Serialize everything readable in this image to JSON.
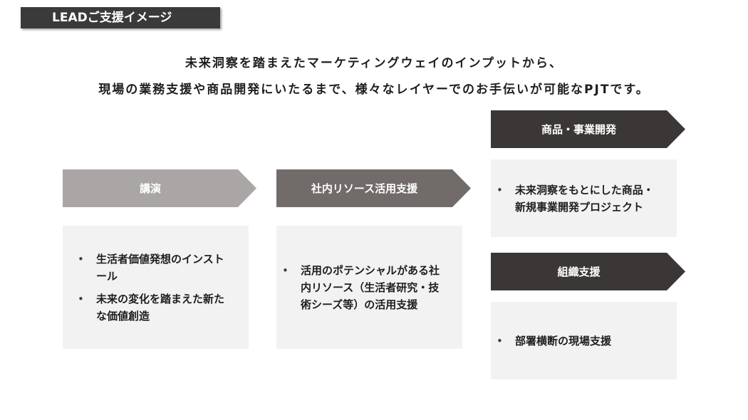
{
  "title_tag": "LEADご支援イメージ",
  "headline": {
    "line1": "未来洞察を踏まえたマーケティングウェイのインプットから、",
    "line2": "現場の業務支援や商品開発にいたるまで、様々なレイヤーでのお手伝いが可能なPJTです。"
  },
  "columns": {
    "lecture": {
      "label": "講演",
      "items": [
        "生活者価値発想のインストール",
        "未来の変化を踏まえた新たな価値創造"
      ]
    },
    "internal_resources": {
      "label": "社内リソース活用支援",
      "items": [
        "活用のポテンシャルがある社内リソース（生活者研究・技術シーズ等）の活用支援"
      ]
    },
    "product_dev": {
      "label": "商品・事業開発",
      "items": [
        "未来洞察をもとにした商品・新規事業開発プロジェクト"
      ]
    },
    "org_support": {
      "label": "組織支援",
      "items": [
        "部署横断の現場支援"
      ]
    }
  },
  "bullet_glyph": "•",
  "colors": {
    "tag": "#3a3a3a",
    "arrow_light": "#a9a6a5",
    "arrow_mid": "#716b6a",
    "arrow_dark": "#3b3737",
    "box_bg": "#f2f2f2"
  }
}
